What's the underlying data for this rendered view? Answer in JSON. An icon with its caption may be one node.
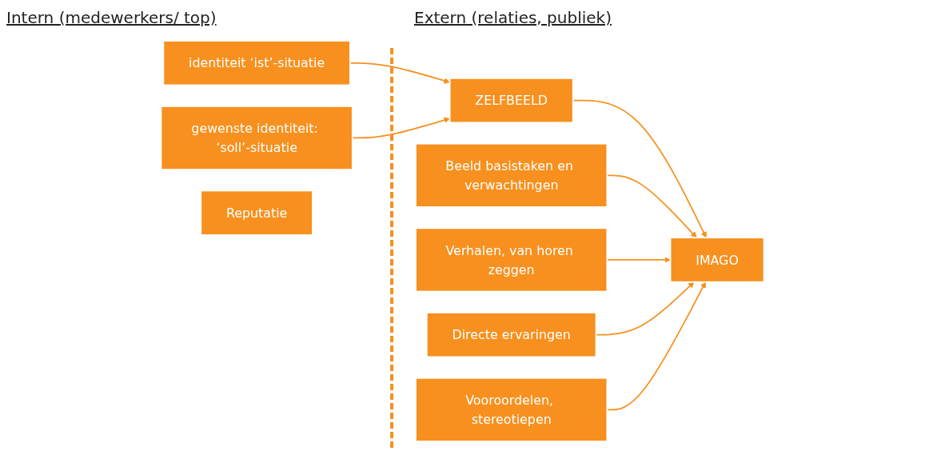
{
  "diagram": {
    "nodes": [
      {
        "text": [
          "identiteit ‘ist’-situatie"
        ]
      },
      {
        "text": [
          "gewenste identiteit: ‘soll’-situatie"
        ]
      },
      {
        "text": [
          "ZELFBEELD"
        ]
      },
      {
        "text": [
          "Beeld basistaken en verwachtingen"
        ]
      },
      {
        "text": [
          "Verhalen, van horen zeggen"
        ]
      },
      {
        "text": [
          "IMAGO"
        ]
      },
      {
        "text": [
          "Reputatie"
        ]
      },
      {
        "text": [
          "Directe ervaringen"
        ]
      },
      {
        "text": [
          "Vooroordelen, stereotiepen"
        ]
      }
    ],
    "edges": [
      {
        "from": 0,
        "to": 2,
        "arrow": "to"
      },
      {
        "from": 1,
        "to": 2,
        "arrow": "to"
      },
      {
        "from": 2,
        "to": 5,
        "arrow": "to"
      },
      {
        "from": 3,
        "to": 5,
        "arrow": "to"
      },
      {
        "from": 4,
        "to": 5,
        "arrow": "to"
      },
      {
        "from": 7,
        "to": 5,
        "arrow": "to"
      },
      {
        "from": 8,
        "to": 5,
        "arrow": "to"
      }
    ],
    "labels": [
      "Intern (medewerkers/ top)",
      "Extern (relaties, publiek)"
    ]
  }
}
